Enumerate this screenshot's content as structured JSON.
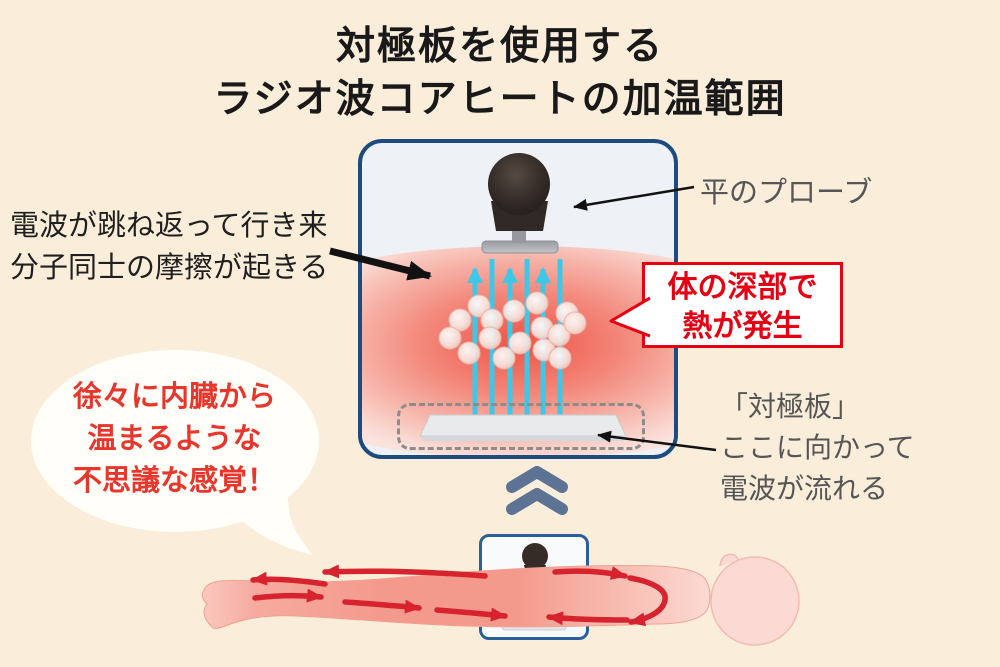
{
  "meta": {
    "type": "medical-infographic",
    "language": "ja"
  },
  "colors": {
    "background": "#FAEEDA",
    "accent_red": "#E60012",
    "bubble_red": "#E8362D",
    "wave_cyan": "#3CC8E8",
    "box_border_navy": "#1D4B80",
    "chevron_blue": "#5C7394",
    "body_pink": "#F49A8C",
    "flow_arrow_red": "#D7232E",
    "label_gray": "#565656"
  },
  "title": {
    "line1": "対極板を使用する",
    "line2": "ラジオ波コアヒートの加温範囲"
  },
  "annotations": {
    "probe_label": "平のプローブ",
    "left_note": {
      "line1": "電波が跳ね返って行き来",
      "line2": "分子同士の摩擦が起きる"
    },
    "deep_heat_callout": {
      "line1": "体の深部で",
      "line2": "熱が発生"
    },
    "speech_bubble": {
      "line1": "徐々に内臓から",
      "line2": "温まるような",
      "line3": "不思議な感覚！"
    },
    "electrode_note": {
      "line1": "「対極板」",
      "line2": "ここに向かって",
      "line3": "電波が流れる"
    }
  }
}
